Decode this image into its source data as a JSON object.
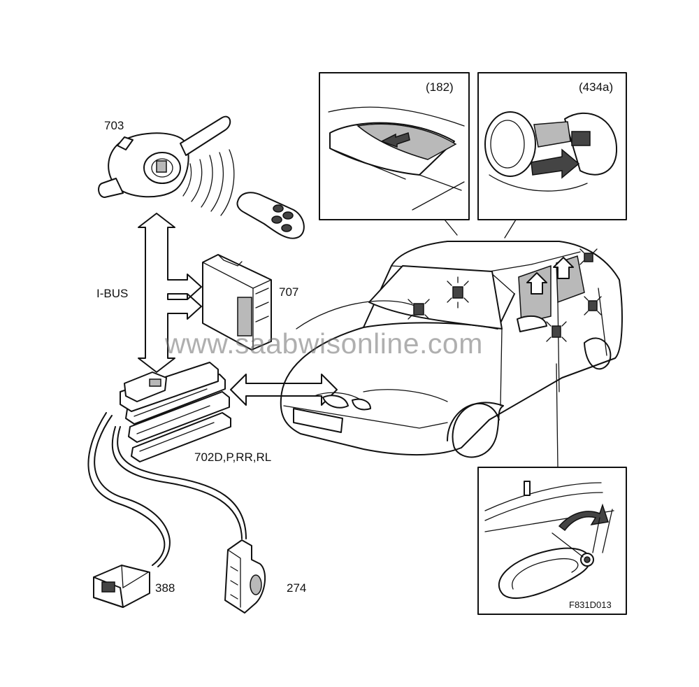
{
  "labels": {
    "steering_module": "703",
    "control_unit": "707",
    "bus": "I-BUS",
    "door_modules": "702D,P,RR,RL",
    "switch_left": "388",
    "switch_right": "274",
    "inset_sunroof": "(182)",
    "inset_fuel": "(434a)",
    "figure_code": "F831D013"
  },
  "watermark": "www.saabwisonline.com",
  "colors": {
    "line": "#111111",
    "shade": "#b9b9b9",
    "watermark": "#8a8a8a"
  },
  "icons": [
    "double-arrow-icon",
    "remote-key-icon",
    "signal-waves-icon",
    "light-burst-icon"
  ]
}
